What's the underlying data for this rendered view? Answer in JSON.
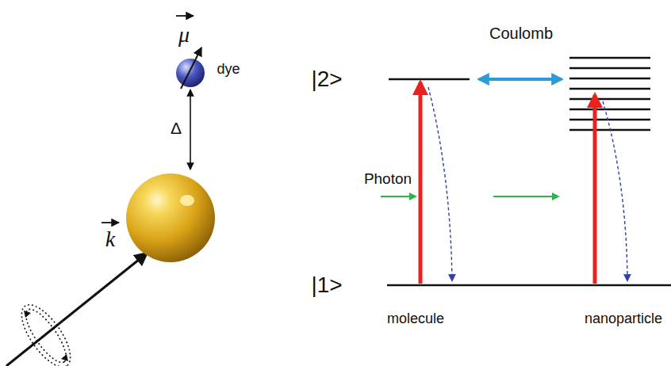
{
  "diagram": {
    "labels": [
      "μ",
      "dye",
      "Δ",
      "k",
      "|2>",
      "Coulomb",
      "Photon",
      "|1>",
      "molecule",
      "nanoparticle"
    ]
  }
}
